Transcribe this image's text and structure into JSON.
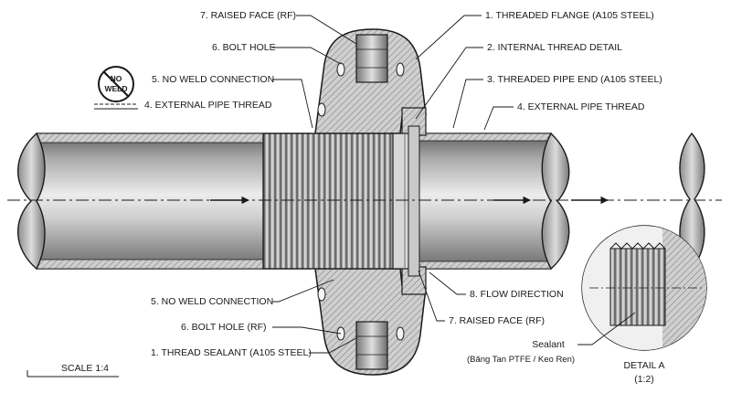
{
  "callouts": {
    "raised_face_top": "7. RAISED FACE (RF)",
    "bolt_hole_top": "6. BOLT HOLE",
    "no_weld_top": "5. NO WELD CONNECTION",
    "ext_thread_left": "4. EXTERNAL PIPE THREAD",
    "threaded_flange": "1. THREADED FLANGE (A105 STEEL)",
    "internal_thread": "2. INTERNAL THREAD DETAIL",
    "threaded_pipe_end": "3. THREADED PIPE END (A105 STEEL)",
    "ext_thread_right": "4. EXTERNAL PIPE THREAD",
    "no_weld_bottom": "5. NO WELD CONNECTION",
    "flow_direction": "8. FLOW DIRECTION",
    "bolt_hole_bottom": "6. BOLT HOLE (RF)",
    "raised_face_bottom": "7. RAISED FACE (RF)",
    "thread_sealant": "1. THREAD SEALANT (A105 STEEL)"
  },
  "no_weld_symbol": {
    "line1": "NO",
    "line2": "WELD"
  },
  "scale": "SCALE 1:4",
  "sealant": {
    "title": "Sealant",
    "subtitle": "(Băng Tan PTFE / Keo Ren)"
  },
  "detail": {
    "title": "DETAIL A",
    "scale": "(1:2)"
  },
  "colors": {
    "ink": "#1a1a1a",
    "steel_light": "#e6e6e6",
    "steel_mid": "#a9a9a9",
    "steel_dark": "#5e5e5e",
    "hatch": "#808080"
  }
}
